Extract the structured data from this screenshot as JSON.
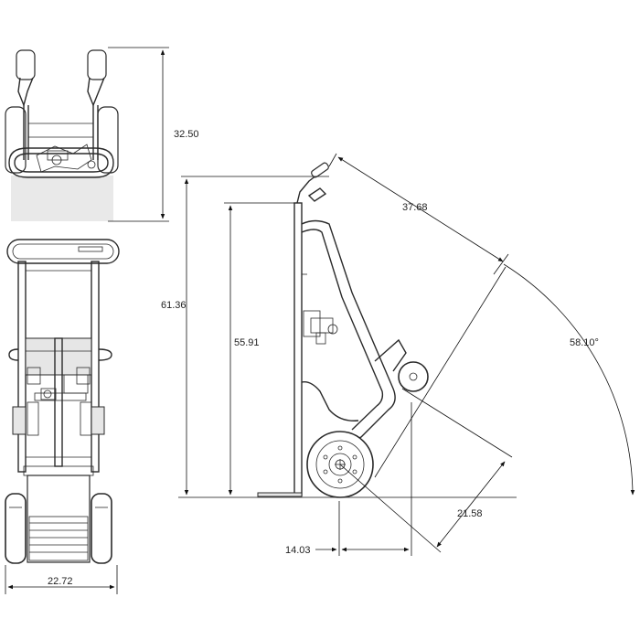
{
  "drawing": {
    "dimensions": {
      "top_view_depth": "32.50",
      "front_view_width": "22.72",
      "overall_height": "61.36",
      "frame_height": "55.91",
      "tilt_length": "37.68",
      "tilt_angle": "58.10°",
      "tilted_wheel_height": "21.58",
      "wheel_offset": "14.03"
    }
  }
}
